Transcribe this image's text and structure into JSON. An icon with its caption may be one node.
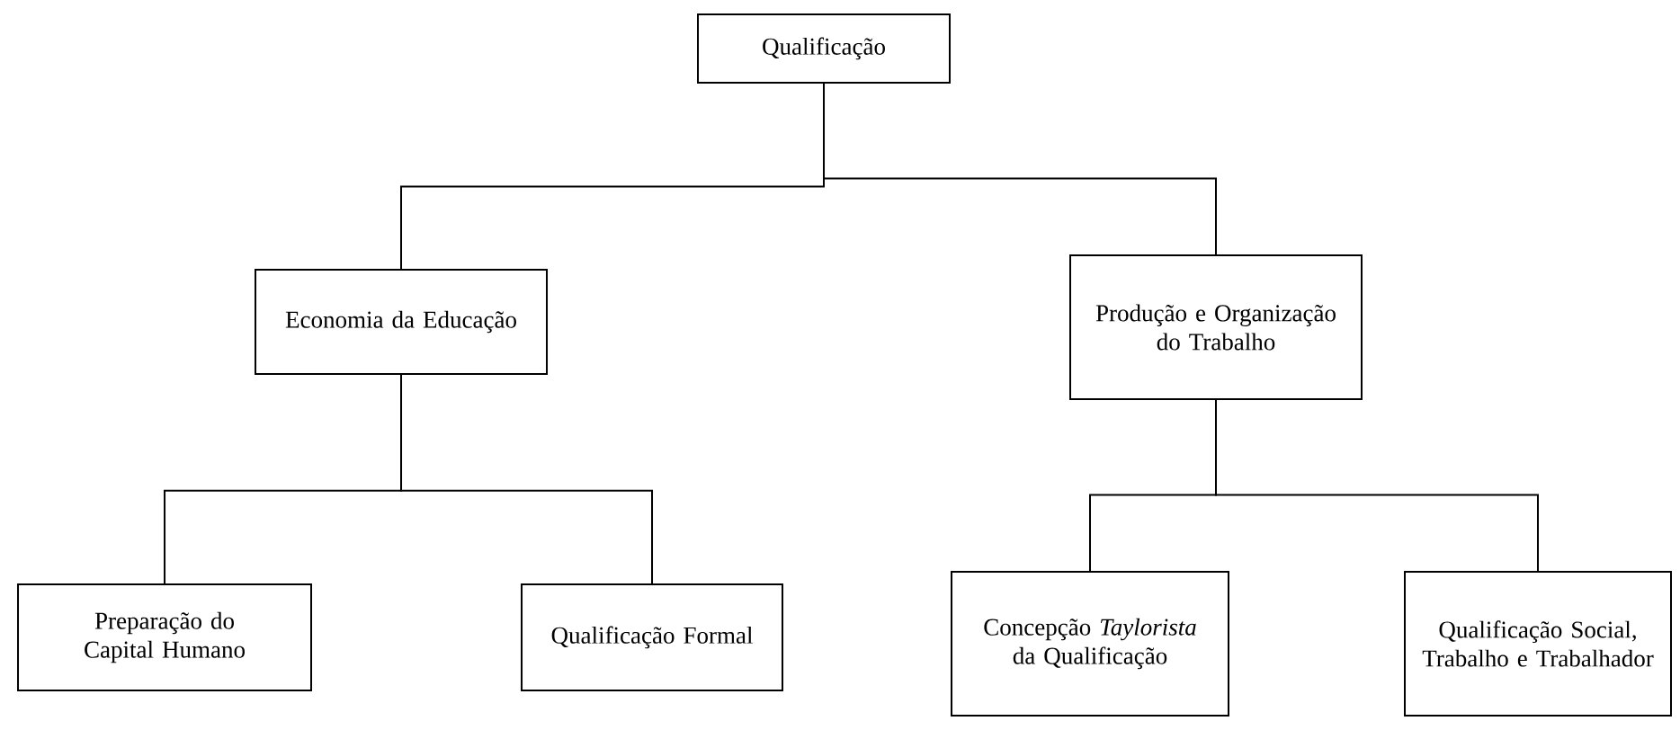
{
  "diagram": {
    "nodes": [
      {
        "text": [
          "Qualificação"
        ]
      },
      {
        "text": [
          "Economia da Educação"
        ]
      },
      {
        "text": [
          "Produção e Organização do Trabalho"
        ]
      },
      {
        "text": [
          "Preparação do Capital Humano"
        ]
      },
      {
        "text": [
          "Qualificação Formal"
        ]
      },
      {
        "text": [
          "Concepção *Taylorista* da Qualificação"
        ]
      },
      {
        "text": [
          "Qualificação Social, Trabalho e Trabalhador"
        ]
      }
    ],
    "edges": [
      {
        "from": 0,
        "to": 1,
        "arrow": "none"
      },
      {
        "from": 0,
        "to": 2,
        "arrow": "none"
      },
      {
        "from": 1,
        "to": 3,
        "arrow": "none"
      },
      {
        "from": 1,
        "to": 4,
        "arrow": "none"
      },
      {
        "from": 2,
        "to": 5,
        "arrow": "none"
      },
      {
        "from": 2,
        "to": 6,
        "arrow": "none"
      }
    ]
  }
}
